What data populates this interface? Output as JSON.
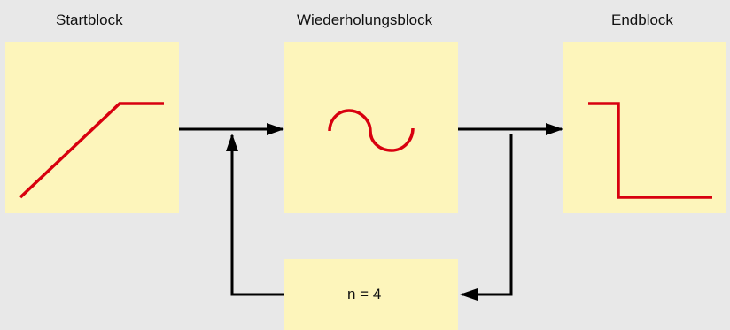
{
  "blocks": {
    "start": {
      "label": "Startblock",
      "signal": "ramp"
    },
    "repeat": {
      "label": "Wiederholungsblock",
      "signal": "sine-wave"
    },
    "end": {
      "label": "Endblock",
      "signal": "step-down"
    }
  },
  "counter": {
    "text": "n = 4"
  },
  "colors": {
    "background": "#e8e8e8",
    "block_fill": "#fdf5bb",
    "signal": "#d8000f",
    "connector": "#000000"
  }
}
